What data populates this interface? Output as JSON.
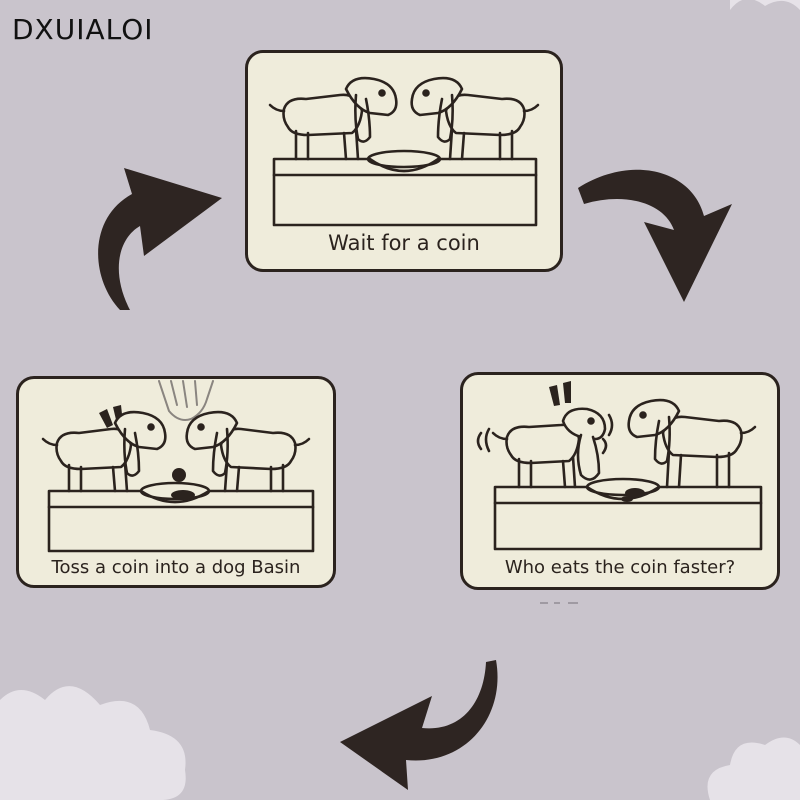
{
  "brand": "DXUIALOI",
  "steps": [
    {
      "caption": "Wait for a coin"
    },
    {
      "caption": "Who eats the coin faster?"
    },
    {
      "caption": "Toss a coin into a dog Basin"
    }
  ],
  "colors": {
    "background": "#c9c4cc",
    "card": "#efecdb",
    "ink": "#2b231e",
    "arrow": "#2e2522"
  },
  "icons": [
    "curved-arrow-icon",
    "dog-icon",
    "bowl-icon",
    "hand-icon",
    "coin-icon"
  ]
}
